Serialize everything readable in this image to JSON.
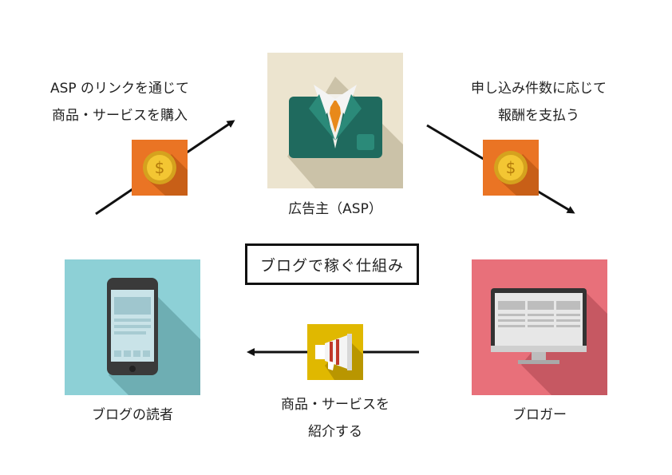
{
  "diagram": {
    "title": "ブログで稼ぐ仕組み",
    "advertiser": {
      "label": "広告主（ASP）"
    },
    "reader": {
      "label": "ブログの読者"
    },
    "blogger": {
      "label": "ブロガー"
    },
    "flows": {
      "reader_to_advertiser": {
        "line1": "ASP のリンクを通じて",
        "line2": "商品・サービスを購入"
      },
      "advertiser_to_blogger": {
        "line1": "申し込み件数に応じて",
        "line2": "報酬を支払う"
      },
      "blogger_to_reader": {
        "line1": "商品・サービスを",
        "line2": "紹介する"
      }
    },
    "colors": {
      "advertiser_bg": "#ece4cf",
      "reader_bg": "#8dd0d6",
      "blogger_bg": "#e8707a",
      "coin_bg": "#ea7424",
      "megaphone_bg": "#e0b800"
    }
  }
}
